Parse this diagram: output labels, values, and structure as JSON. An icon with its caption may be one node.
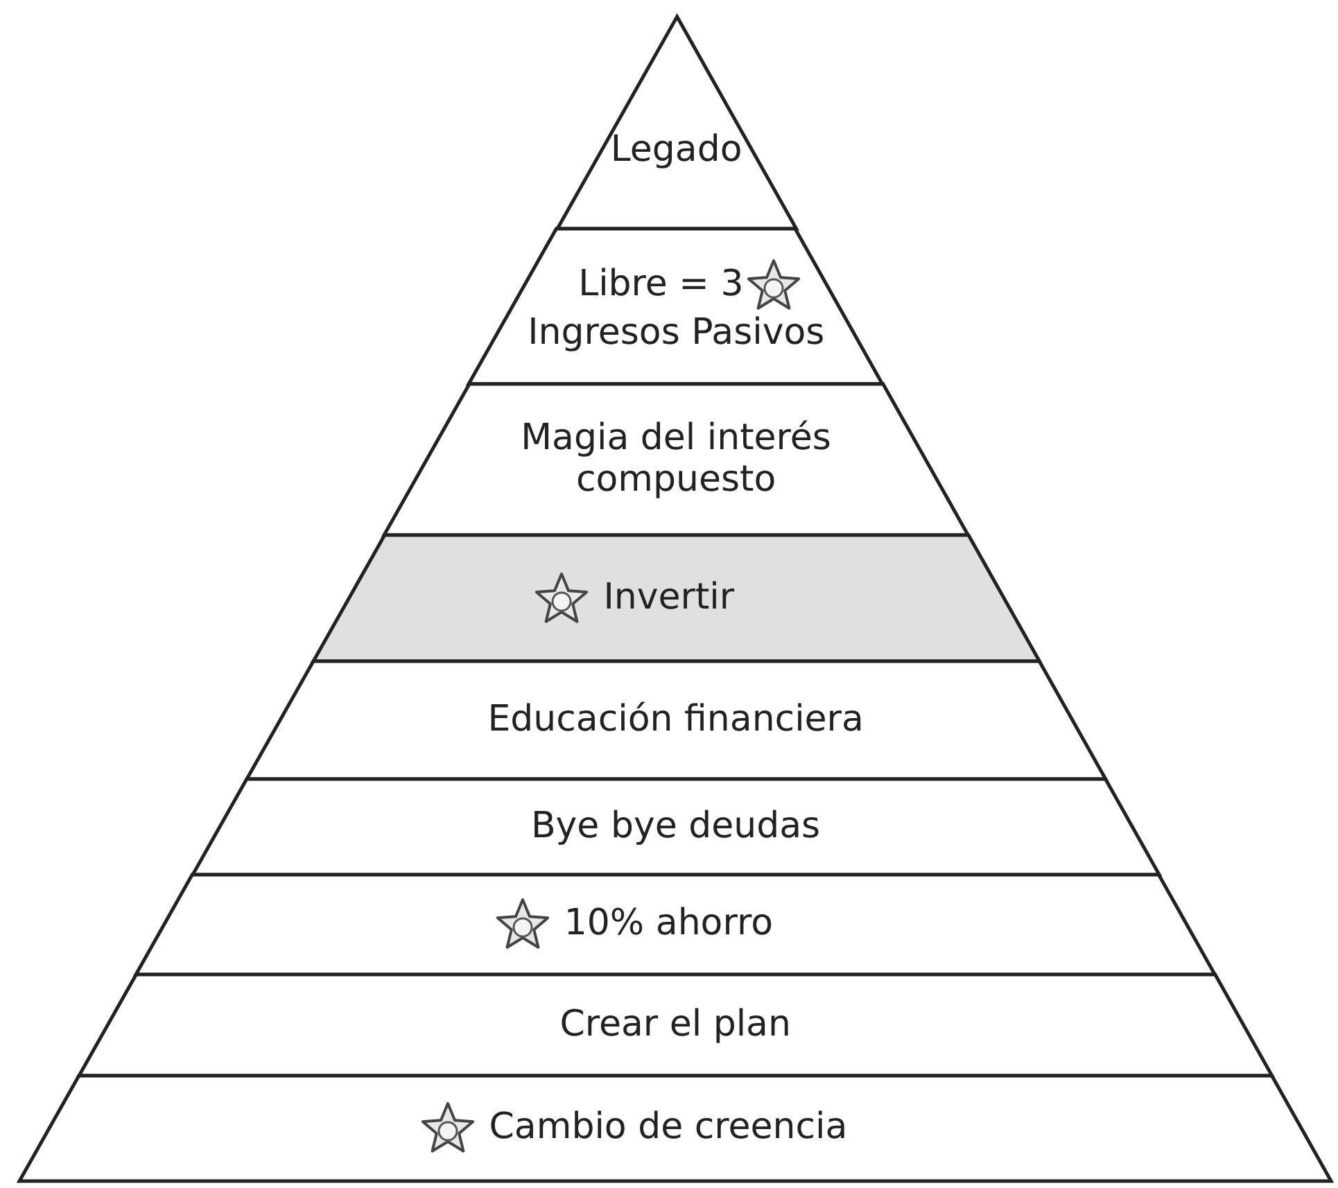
{
  "diagram": {
    "nodes": [
      {
        "text": [
          "Legado"
        ]
      },
      {
        "text": [
          "Libre = 3",
          "Ingresos Pasivos"
        ]
      },
      {
        "text": [
          "Magia del interés compuesto"
        ]
      },
      {
        "text": [
          "Invertir"
        ]
      },
      {
        "text": [
          "Educación financiera"
        ]
      },
      {
        "text": [
          "Bye bye deudas"
        ]
      },
      {
        "text": [
          "10% ahorro"
        ]
      },
      {
        "text": [
          "Crear el plan"
        ]
      },
      {
        "text": [
          "Cambio de creencia"
        ]
      }
    ]
  }
}
